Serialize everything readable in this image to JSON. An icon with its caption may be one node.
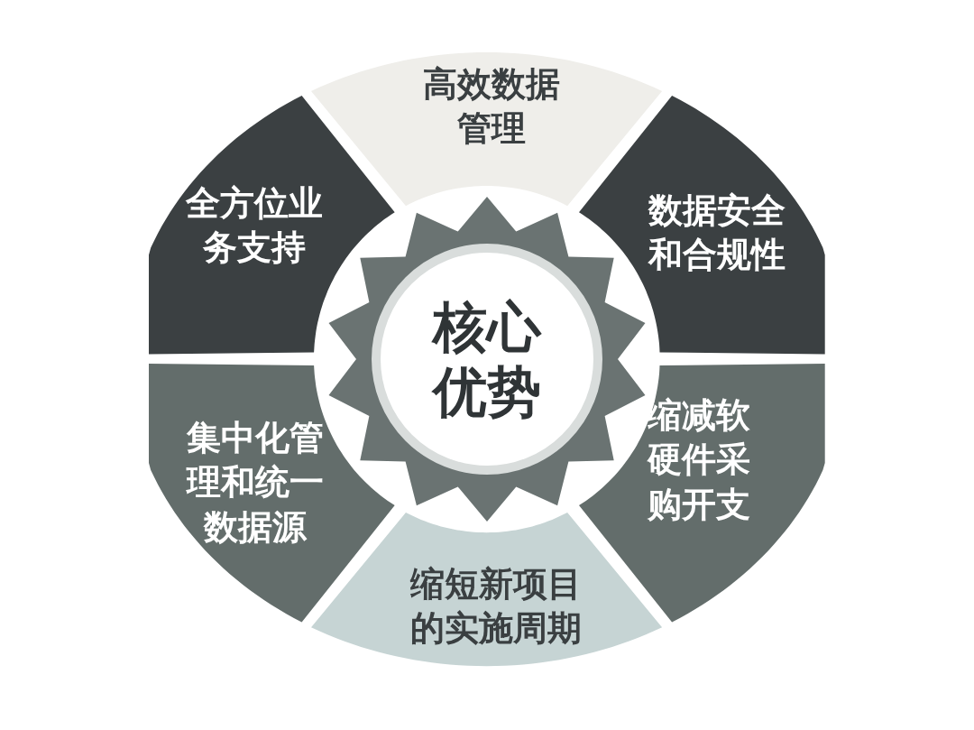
{
  "diagram": {
    "nodes": [
      {
        "text": [
          "核心优势"
        ]
      },
      {
        "text": [
          "高效数据管理"
        ]
      },
      {
        "text": [
          "全方位业务支持"
        ]
      },
      {
        "text": [
          "数据安全和合规性"
        ]
      },
      {
        "text": [
          "集中化管理和统一数据源"
        ]
      },
      {
        "text": [
          "缩减软硬件采购开支"
        ]
      },
      {
        "text": [
          "缩短新项目的实施周期"
        ]
      }
    ]
  }
}
